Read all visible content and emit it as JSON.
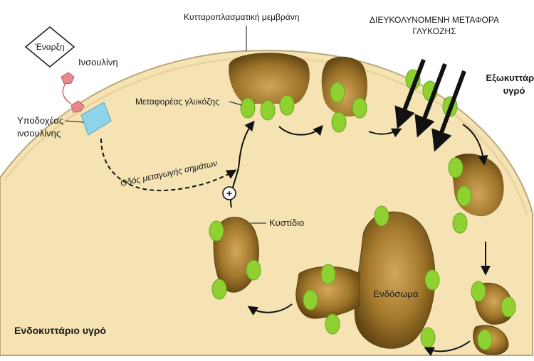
{
  "labels": {
    "start": "Έναρξη",
    "insulin": "Ινσουλίνη",
    "receptor_line1": "Υποδοχέας",
    "receptor_line2": "ινσουλίνης",
    "membrane": "Κυτταροπλασματική μεμβράνη",
    "transporter": "Μεταφορέας γλυκόζης",
    "facilitated_line1": "ΔΙΕΥΚΟΛΥΝΟΜΕΝΗ ΜΕΤΑΦΟΡΑ",
    "facilitated_line2": "ΓΛΥΚΟΖΗΣ",
    "extracellular_line1": "Εξωκυττάριο",
    "extracellular_line2": "υγρό",
    "pathway": "Οδός μεταγωγής σημάτων",
    "plus": "+",
    "vesicle": "Κυστίδιο",
    "endosome": "Ενδόσωμα",
    "intracellular": "Ενδοκυττάριο υγρό"
  },
  "colors": {
    "cytoplasm": "#f6e3b4",
    "membrane_outline": "#b9a777",
    "vesicle_dark": "#6b4c14",
    "vesicle_light": "#c69a4b",
    "transporter_green": "#8fd131",
    "insulin_pink": "#e8898f",
    "receptor_blue": "#8fd3ea"
  }
}
